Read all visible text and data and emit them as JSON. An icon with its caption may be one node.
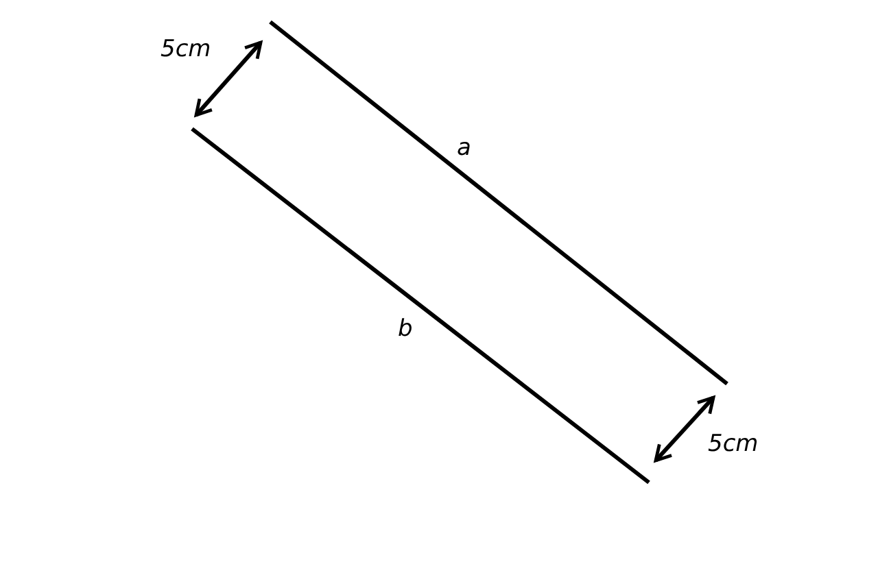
{
  "diagram": {
    "labels": [
      "5cm",
      "a",
      "b",
      "5cm"
    ]
  }
}
